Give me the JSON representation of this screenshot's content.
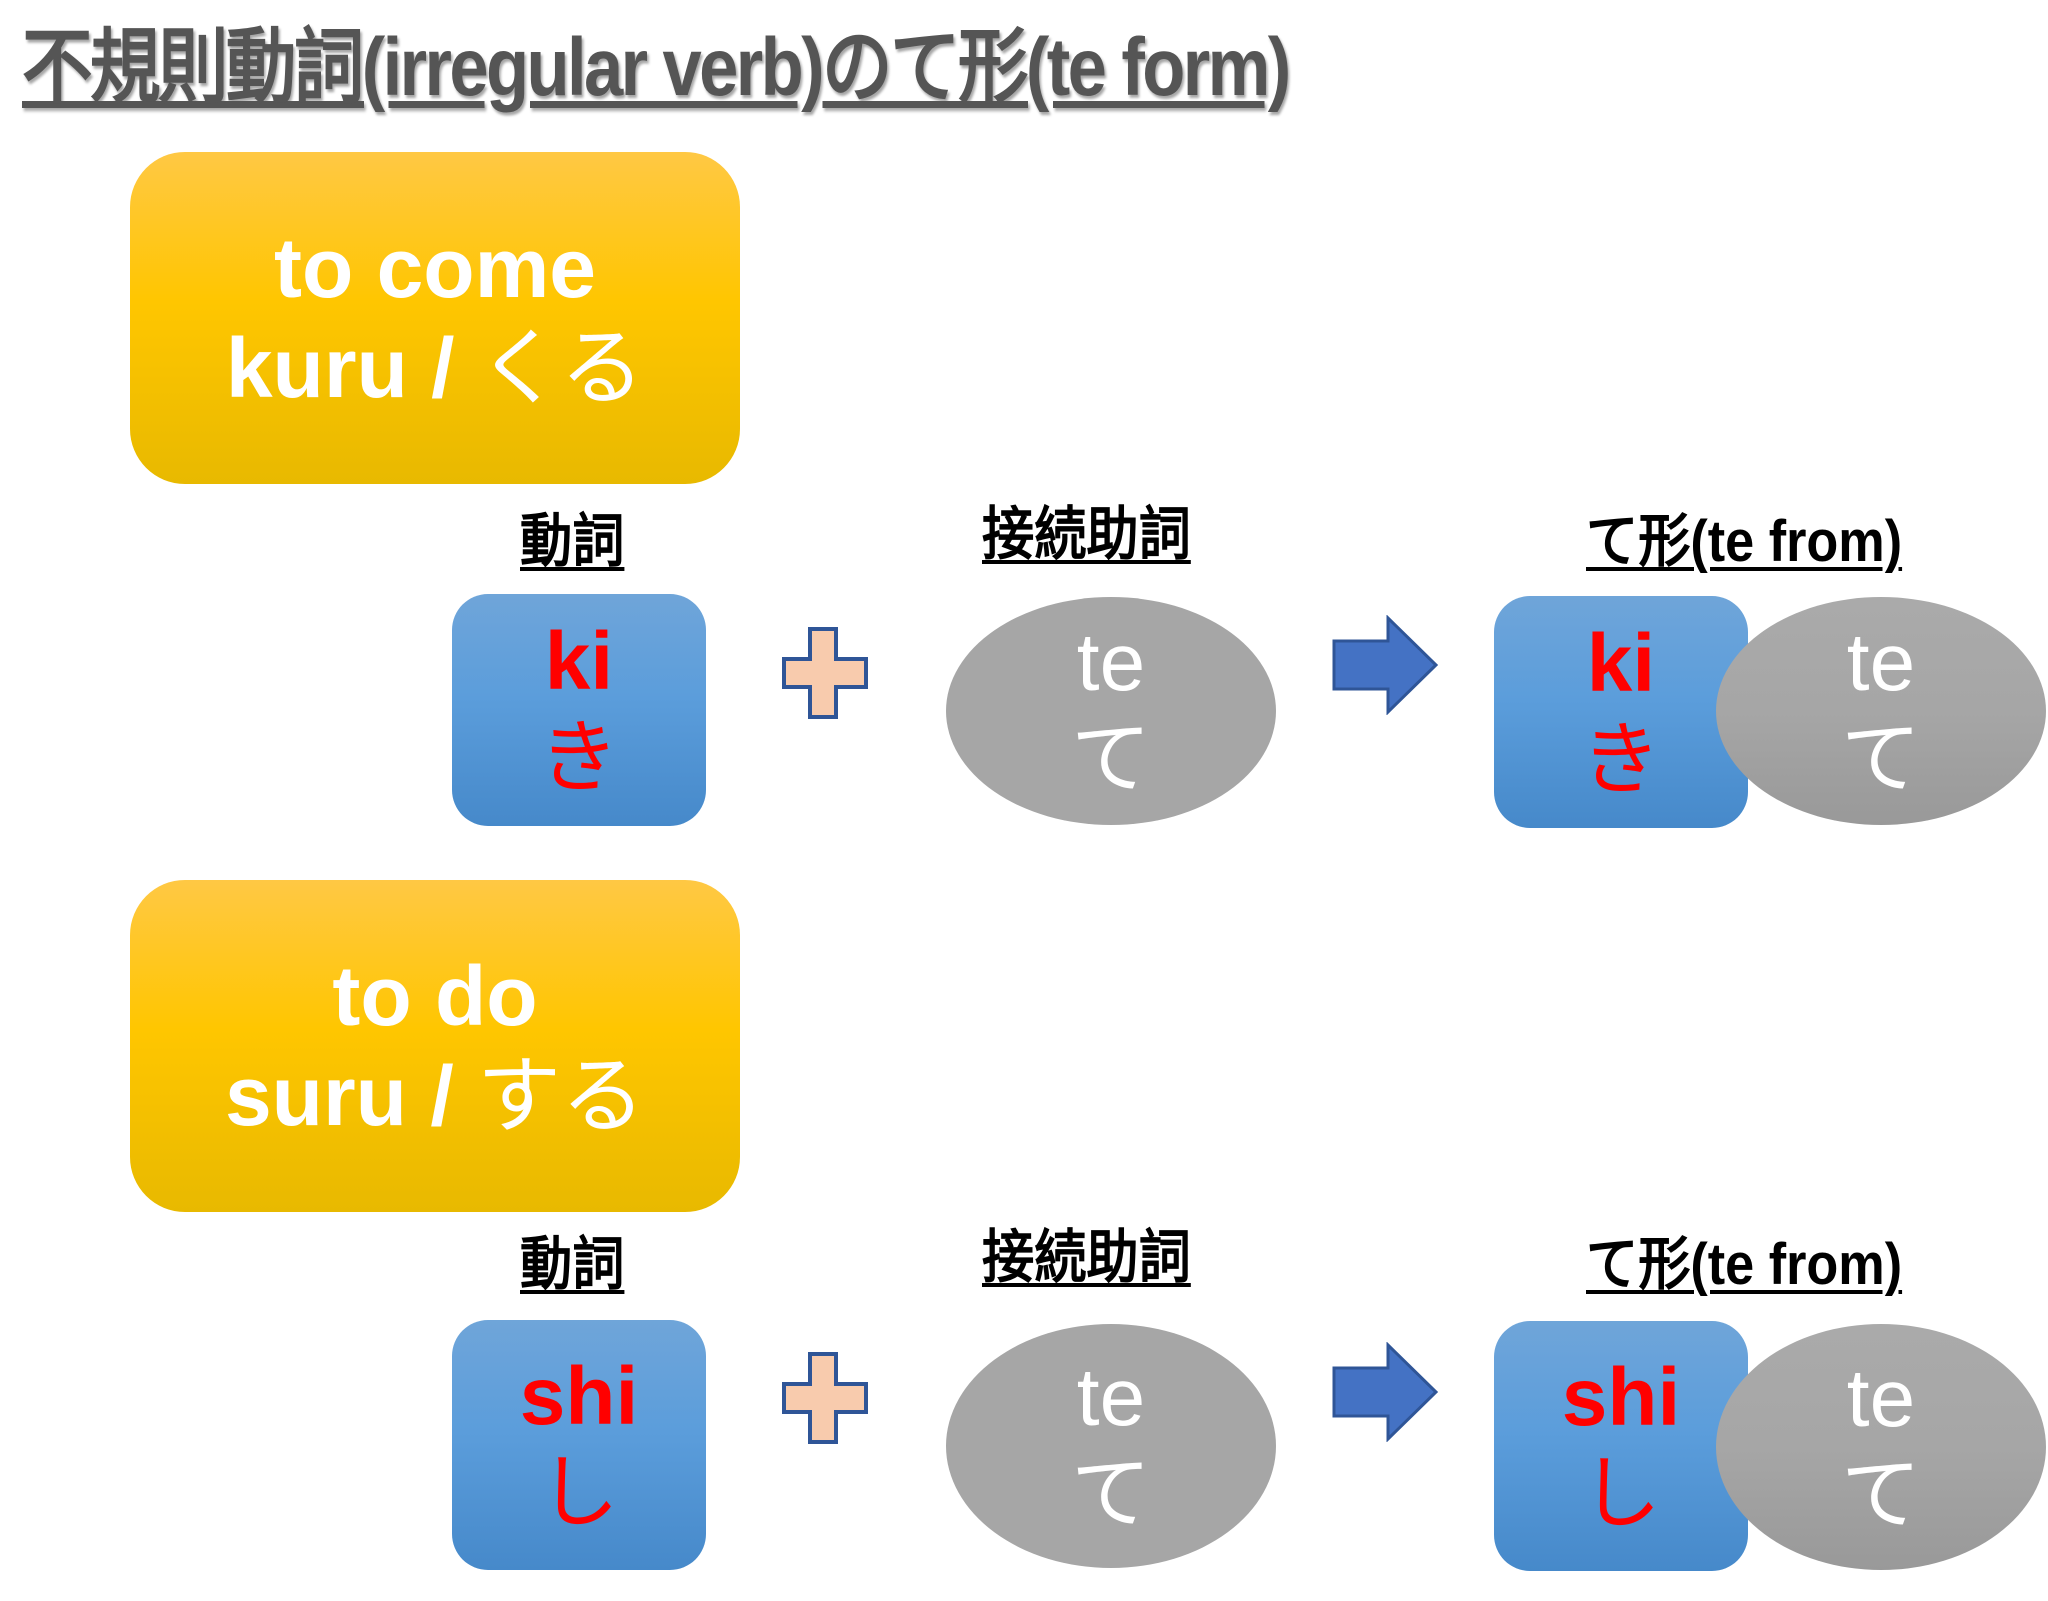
{
  "title": "不規則動詞(irregular verb)のて形(te form)",
  "colors": {
    "title_text": "#555555",
    "verb_card": "#ffc600",
    "stem_box": "#5b9ddb",
    "stem_text": "#ff0000",
    "te_oval": "#a6a6a6",
    "plus_fill": "#f8cbad",
    "plus_stroke": "#2f5597",
    "arrow_fill": "#4472c4"
  },
  "labels": {
    "verb": "動詞",
    "particle": "接続助詞",
    "te_form": "て形(te from)"
  },
  "verbs": [
    {
      "meaning": "to come",
      "romaji": "kuru / ",
      "kana": "くる",
      "stem_romaji": "ki",
      "stem_kana": "き",
      "particle_romaji": "te",
      "particle_kana": "て"
    },
    {
      "meaning": "to do",
      "romaji": "suru / ",
      "kana": "する",
      "stem_romaji": "shi",
      "stem_kana": "し",
      "particle_romaji": "te",
      "particle_kana": "て"
    }
  ],
  "icons": {
    "plus": "plus-icon",
    "arrow": "arrow-right-icon"
  }
}
